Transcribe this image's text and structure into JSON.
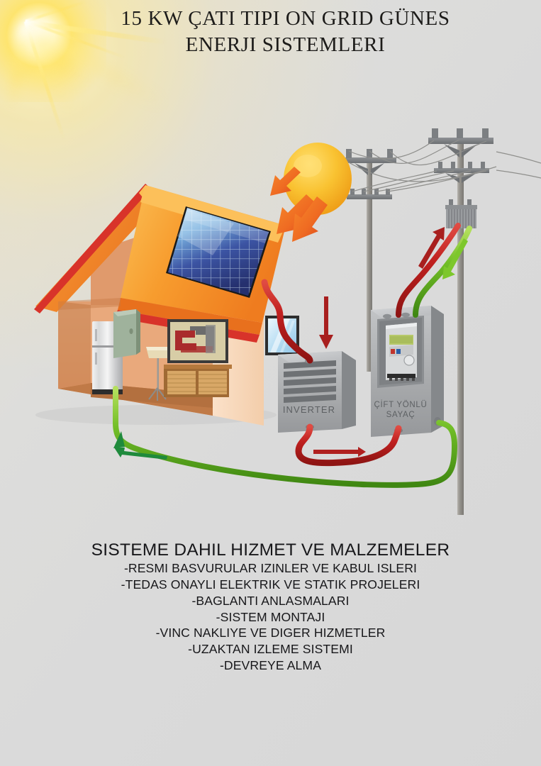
{
  "header": {
    "title_line1": "15 KW ÇATI TIPI ON GRID GÜNES",
    "title_line2": "ENERJI SISTEMLERI"
  },
  "diagram": {
    "labels": {
      "inverter": "INVERTER",
      "meter_line1": "ÇİFT YÖNLÜ",
      "meter_line2": "SAYAÇ"
    },
    "colors": {
      "background": "#d9d9d9",
      "sun": "#f5b01f",
      "sun_light": "#fcd24b",
      "roof_orange": "#f07d21",
      "roof_orange_light": "#f9a03a",
      "roof_trim_red": "#d8332a",
      "wall_peach": "#f0a97a",
      "wall_light": "#f8d3b4",
      "panel_blue": "#2b3f8f",
      "panel_blue_light": "#8fc4ea",
      "dc_cable_red": "#c01f20",
      "ac_cable_green": "#6fbf26",
      "ground_cable_green": "#1f8a3c",
      "device_grey": "#a7a9ac",
      "device_grey_dark": "#7d8084",
      "pole_grey": "#8d8d8a",
      "meter_lcd": "#b7c96a",
      "title_text": "#1d1c1a"
    }
  },
  "services": {
    "heading": "SISTEME DAHIL HIZMET VE MALZEMELER",
    "items": [
      "-RESMI BASVURULAR IZINLER VE KABUL ISLERI",
      "-TEDAS ONAYLI ELEKTRIK VE STATIK PROJELERI",
      "-BAGLANTI ANLASMALARI",
      "-SISTEM MONTAJI",
      "-VINC NAKLIYE VE DIGER HIZMETLER",
      "-UZAKTAN IZLEME SISTEMI",
      "-DEVREYE ALMA"
    ]
  }
}
